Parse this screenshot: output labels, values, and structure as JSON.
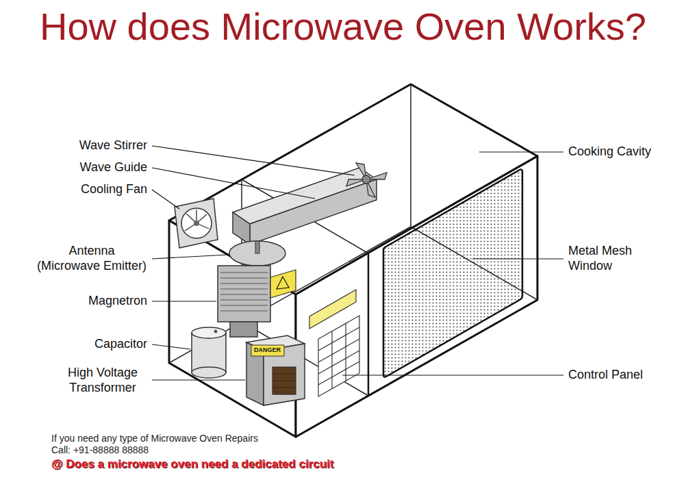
{
  "diagram": {
    "title": "How does Microwave Oven Works?",
    "labels": [
      "Wave Stirrer",
      "Wave Guide",
      "Cooling Fan",
      "Antenna (Microwave Emitter)",
      "Magnetron",
      "Capacitor",
      "High Voltage Transformer",
      "Cooking Cavity",
      "Metal Mesh Window",
      "Control Panel",
      "DANGER",
      "If you need any type of Microwave Oven Repairs Call: +91-88888 88888",
      "@ Does a microwave oven need a dedicated circuit"
    ]
  }
}
